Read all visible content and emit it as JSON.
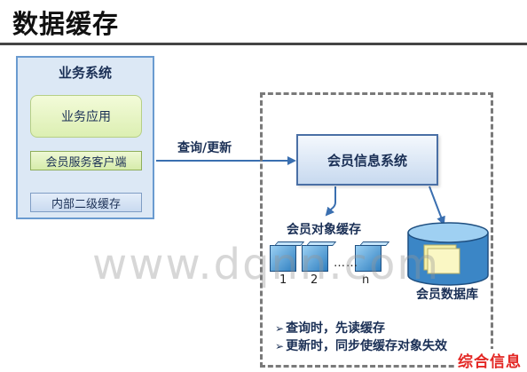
{
  "title": "数据缓存",
  "business_system": {
    "label": "业务系统",
    "app": "业务应用",
    "client": "会员服务客户端",
    "l2_cache": "内部二级缓存"
  },
  "link_label": "查询/更新",
  "member_info_system": "会员信息系统",
  "object_cache": {
    "label": "会员对象缓存",
    "items": [
      "1",
      "2",
      "n"
    ],
    "ellipsis": "……"
  },
  "database": {
    "label": "会员数据库"
  },
  "notes": [
    "查询时，先读缓存",
    "更新时，同步使缓存对象失效"
  ],
  "watermark": "www.dqnn.com",
  "logo": "综合信息",
  "colors": {
    "box_border": "#4a6fa5",
    "app_fill": "#dcefb2",
    "cache_cube": "#2f7fc0",
    "db_cylinder": "#2f7fc0",
    "logo_red": "#e32623",
    "arrow": "#3a6fb0"
  }
}
